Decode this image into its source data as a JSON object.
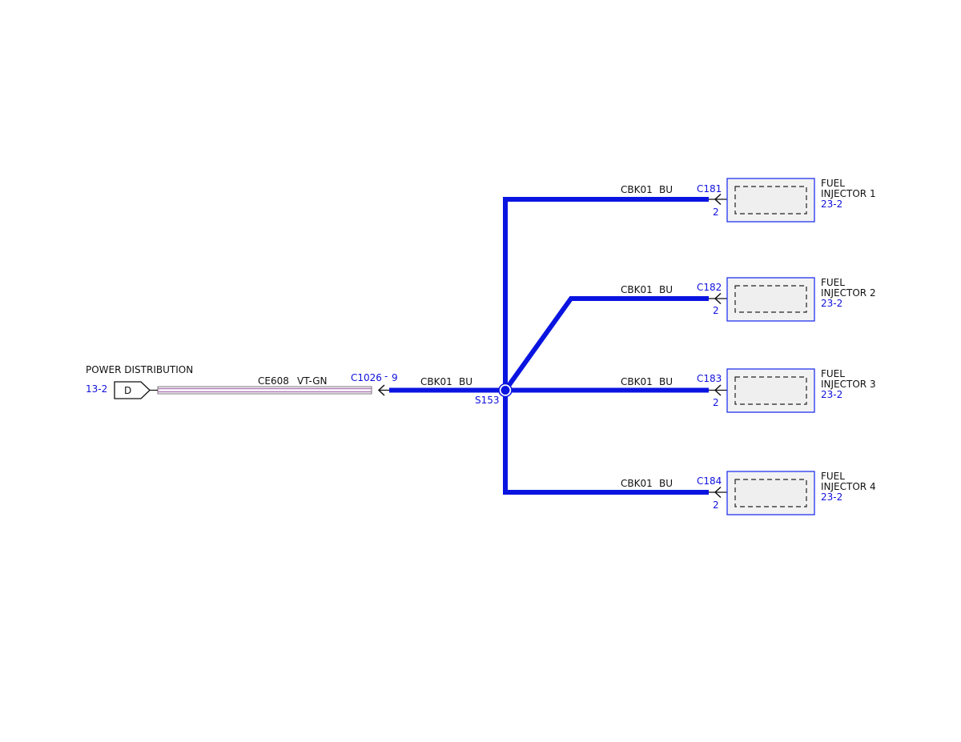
{
  "source": {
    "title": "POWER DISTRIBUTION",
    "page_ref": "13-2",
    "pin_label": "D"
  },
  "feed_wire": {
    "circuit": "CE608",
    "color": "VT-GN",
    "connector": "C1026",
    "separator": "-",
    "pin": "9"
  },
  "main_wire": {
    "circuit": "CBK01",
    "color": "BU"
  },
  "splice": {
    "label": "S153"
  },
  "injectors": [
    {
      "name_line1": "FUEL",
      "name_line2": "INJECTOR 1",
      "page_ref": "23-2",
      "connector": "C181",
      "pin": "2",
      "circuit": "CBK01",
      "color": "BU"
    },
    {
      "name_line1": "FUEL",
      "name_line2": "INJECTOR 2",
      "page_ref": "23-2",
      "connector": "C182",
      "pin": "2",
      "circuit": "CBK01",
      "color": "BU"
    },
    {
      "name_line1": "FUEL",
      "name_line2": "INJECTOR 3",
      "page_ref": "23-2",
      "connector": "C183",
      "pin": "2",
      "circuit": "CBK01",
      "color": "BU"
    },
    {
      "name_line1": "FUEL",
      "name_line2": "INJECTOR 4",
      "page_ref": "23-2",
      "connector": "C184",
      "pin": "2",
      "circuit": "CBK01",
      "color": "BU"
    }
  ],
  "colors": {
    "wire_blue": "#0a14e0",
    "reference_blue": "#1010dd",
    "violet_green_wire": "#b07ab8"
  }
}
